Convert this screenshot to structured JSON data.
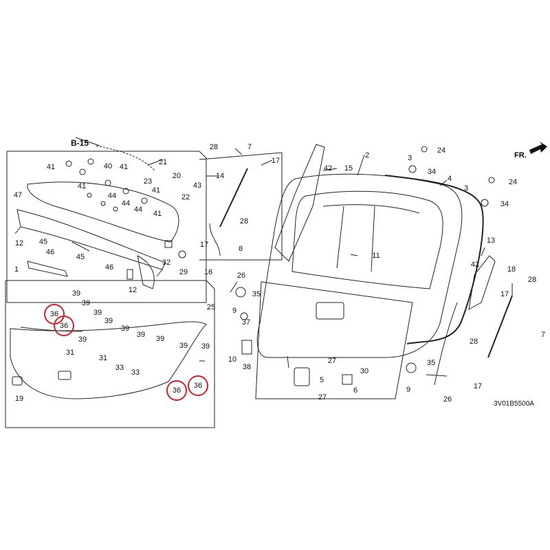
{
  "diagram": {
    "code": "3V01B5500A",
    "front_marker": "FR.",
    "ref_label": "B-15",
    "callouts": [
      {
        "id": "c1",
        "text": "1"
      },
      {
        "id": "c2",
        "text": "2"
      },
      {
        "id": "c3a",
        "text": "3"
      },
      {
        "id": "c3b",
        "text": "3"
      },
      {
        "id": "c4",
        "text": "4"
      },
      {
        "id": "c5",
        "text": "5"
      },
      {
        "id": "c6",
        "text": "6"
      },
      {
        "id": "c7a",
        "text": "7"
      },
      {
        "id": "c7b",
        "text": "7"
      },
      {
        "id": "c8",
        "text": "8"
      },
      {
        "id": "c9a",
        "text": "9"
      },
      {
        "id": "c9b",
        "text": "9"
      },
      {
        "id": "c10",
        "text": "10"
      },
      {
        "id": "c11",
        "text": "11"
      },
      {
        "id": "c12a",
        "text": "12"
      },
      {
        "id": "c12b",
        "text": "12"
      },
      {
        "id": "c13",
        "text": "13"
      },
      {
        "id": "c14",
        "text": "14"
      },
      {
        "id": "c15",
        "text": "15"
      },
      {
        "id": "c16",
        "text": "16"
      },
      {
        "id": "c17a",
        "text": "17"
      },
      {
        "id": "c17b",
        "text": "17"
      },
      {
        "id": "c17c",
        "text": "17"
      },
      {
        "id": "c17d",
        "text": "17"
      },
      {
        "id": "c18",
        "text": "18"
      },
      {
        "id": "c19",
        "text": "19"
      },
      {
        "id": "c20",
        "text": "20"
      },
      {
        "id": "c21",
        "text": "21"
      },
      {
        "id": "c22",
        "text": "22"
      },
      {
        "id": "c23",
        "text": "23"
      },
      {
        "id": "c24a",
        "text": "24"
      },
      {
        "id": "c24b",
        "text": "24"
      },
      {
        "id": "c25",
        "text": "25"
      },
      {
        "id": "c26a",
        "text": "26"
      },
      {
        "id": "c26b",
        "text": "26"
      },
      {
        "id": "c27a",
        "text": "27"
      },
      {
        "id": "c27b",
        "text": "27"
      },
      {
        "id": "c28a",
        "text": "28"
      },
      {
        "id": "c28b",
        "text": "28"
      },
      {
        "id": "c28c",
        "text": "28"
      },
      {
        "id": "c28d",
        "text": "28"
      },
      {
        "id": "c29",
        "text": "29"
      },
      {
        "id": "c30",
        "text": "30"
      },
      {
        "id": "c31a",
        "text": "31"
      },
      {
        "id": "c31b",
        "text": "31"
      },
      {
        "id": "c32",
        "text": "32"
      },
      {
        "id": "c33a",
        "text": "33"
      },
      {
        "id": "c33b",
        "text": "33"
      },
      {
        "id": "c34a",
        "text": "34"
      },
      {
        "id": "c34b",
        "text": "34"
      },
      {
        "id": "c35a",
        "text": "35"
      },
      {
        "id": "c35b",
        "text": "35"
      },
      {
        "id": "c36a",
        "text": "36"
      },
      {
        "id": "c36b",
        "text": "36"
      },
      {
        "id": "c36c",
        "text": "36"
      },
      {
        "id": "c36d",
        "text": "36"
      },
      {
        "id": "c37",
        "text": "37"
      },
      {
        "id": "c38",
        "text": "38"
      },
      {
        "id": "c39a",
        "text": "39"
      },
      {
        "id": "c39b",
        "text": "39"
      },
      {
        "id": "c39c",
        "text": "39"
      },
      {
        "id": "c39d",
        "text": "39"
      },
      {
        "id": "c39e",
        "text": "39"
      },
      {
        "id": "c39f",
        "text": "39"
      },
      {
        "id": "c39g",
        "text": "39"
      },
      {
        "id": "c39h",
        "text": "39"
      },
      {
        "id": "c39i",
        "text": "39"
      },
      {
        "id": "c39j",
        "text": "39"
      },
      {
        "id": "c40",
        "text": "40"
      },
      {
        "id": "c41a",
        "text": "41"
      },
      {
        "id": "c41b",
        "text": "41"
      },
      {
        "id": "c41c",
        "text": "41"
      },
      {
        "id": "c41d",
        "text": "41"
      },
      {
        "id": "c41e",
        "text": "41"
      },
      {
        "id": "c42a",
        "text": "42"
      },
      {
        "id": "c42b",
        "text": "42"
      },
      {
        "id": "c43",
        "text": "43"
      },
      {
        "id": "c44a",
        "text": "44"
      },
      {
        "id": "c44b",
        "text": "44"
      },
      {
        "id": "c44c",
        "text": "44"
      },
      {
        "id": "c45a",
        "text": "45"
      },
      {
        "id": "c45b",
        "text": "45"
      },
      {
        "id": "c46a",
        "text": "46"
      },
      {
        "id": "c46b",
        "text": "46"
      },
      {
        "id": "c47",
        "text": "47"
      }
    ],
    "highlight_color": "#d0202a",
    "line_color": "#222222"
  }
}
